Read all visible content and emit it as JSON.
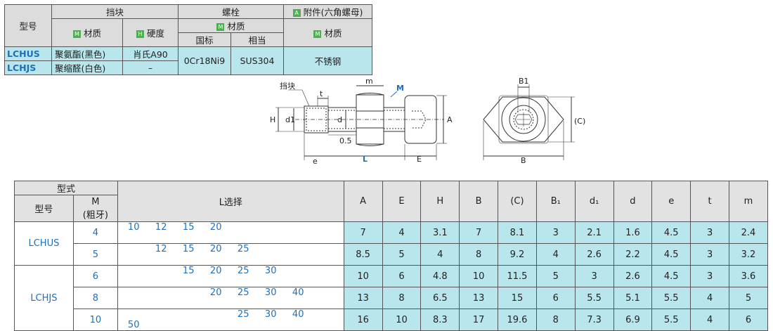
{
  "spec_table": {
    "model_label": "型号",
    "block_label": "挡块",
    "bolt_label": "螺栓",
    "attachment_label": "附件(六角螺母)",
    "material_label": "材质",
    "hardness_label": "硬度",
    "national_std_label": "国标",
    "equivalent_label": "相当",
    "tag_m": "M",
    "tag_h": "H",
    "tag_a": "A",
    "rows": [
      {
        "code": "LCHUS",
        "block_material": "聚氨酯(黑色)",
        "hardness": "肖氏A90"
      },
      {
        "code": "LCHJS",
        "block_material": "聚缩醛(白色)",
        "hardness": "–"
      }
    ],
    "bolt_national": "0Cr18Ni9",
    "bolt_equivalent": "SUS304",
    "nut_material": "不锈钢"
  },
  "drawing": {
    "block_label": "挡块",
    "t": "t",
    "m": "m",
    "M": "M",
    "H": "H",
    "d1": "d1",
    "d": "d",
    "A": "A",
    "half": "0.5",
    "e": "e",
    "L": "L",
    "E": "E",
    "B1": "B1",
    "C": "(C)",
    "B": "B"
  },
  "size_table": {
    "type_label": "型式",
    "model_label": "型号",
    "m_label": "M",
    "m_sub": "(粗牙)",
    "l_label": "L选择",
    "col_headers": [
      "A",
      "E",
      "H",
      "B",
      "(C)",
      "B₁",
      "d₁",
      "d",
      "e",
      "t",
      "m"
    ],
    "group_labels": [
      "LCHUS",
      "LCHJS"
    ],
    "rows": [
      {
        "m": "4",
        "l": [
          "10",
          "12",
          "15",
          "20",
          "",
          "",
          "",
          ""
        ],
        "vals": [
          "7",
          "4",
          "3.1",
          "7",
          "8.1",
          "3",
          "2.1",
          "1.6",
          "4.5",
          "3",
          "2.4"
        ]
      },
      {
        "m": "5",
        "l": [
          "",
          "12",
          "15",
          "20",
          "25",
          "",
          "",
          ""
        ],
        "vals": [
          "8.5",
          "5",
          "4",
          "8",
          "9.2",
          "4",
          "2.6",
          "2.2",
          "4.5",
          "3",
          "3.2"
        ]
      },
      {
        "m": "6",
        "l": [
          "",
          "",
          "15",
          "20",
          "25",
          "30",
          "",
          ""
        ],
        "vals": [
          "10",
          "6",
          "4.8",
          "10",
          "11.5",
          "5",
          "3",
          "2.6",
          "4.5",
          "3",
          "3.6"
        ]
      },
      {
        "m": "8",
        "l": [
          "",
          "",
          "",
          "20",
          "25",
          "30",
          "40",
          ""
        ],
        "vals": [
          "13",
          "8",
          "6.5",
          "13",
          "15",
          "6",
          "5.5",
          "5.1",
          "5.5",
          "4",
          "5"
        ]
      },
      {
        "m": "10",
        "l": [
          "",
          "",
          "",
          "",
          "25",
          "30",
          "40",
          "50"
        ],
        "vals": [
          "16",
          "10",
          "8.3",
          "17",
          "19.6",
          "8",
          "7.3",
          "6.9",
          "5.5",
          "4",
          "6"
        ]
      }
    ]
  }
}
